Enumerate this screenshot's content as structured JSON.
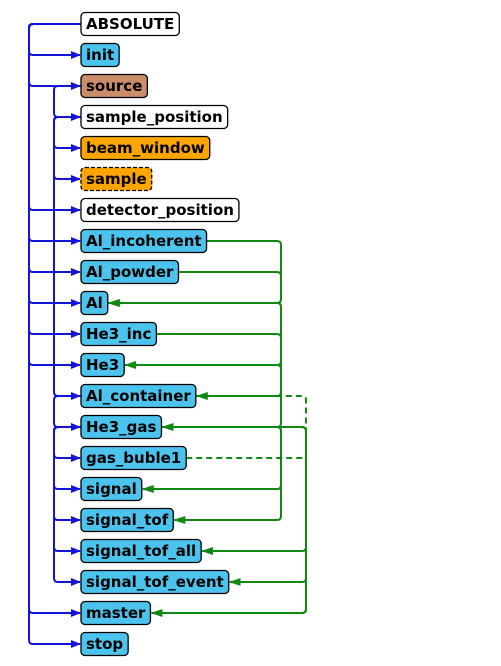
{
  "colors": {
    "component": "#4cc3ec",
    "arm": "#ffffff",
    "source": "#c98d69",
    "sample": "#ffa500",
    "blue_connector": "#1414d9",
    "green_connector": "#118811"
  },
  "nodes": [
    {
      "id": "n0",
      "label": "ABSOLUTE",
      "style": "arm"
    },
    {
      "id": "n1",
      "label": "init",
      "style": "component"
    },
    {
      "id": "n2",
      "label": "source",
      "style": "source"
    },
    {
      "id": "n3",
      "label": "sample_position",
      "style": "arm"
    },
    {
      "id": "n4",
      "label": "beam_window",
      "style": "sample"
    },
    {
      "id": "n5",
      "label": "sample",
      "style": "sample-dashed"
    },
    {
      "id": "n6",
      "label": "detector_position",
      "style": "arm"
    },
    {
      "id": "n7",
      "label": "Al_incoherent",
      "style": "component"
    },
    {
      "id": "n8",
      "label": "Al_powder",
      "style": "component"
    },
    {
      "id": "n9",
      "label": "Al",
      "style": "component"
    },
    {
      "id": "n10",
      "label": "He3_inc",
      "style": "component"
    },
    {
      "id": "n11",
      "label": "He3",
      "style": "component"
    },
    {
      "id": "n12",
      "label": "Al_container",
      "style": "component"
    },
    {
      "id": "n13",
      "label": "He3_gas",
      "style": "component"
    },
    {
      "id": "n14",
      "label": "gas_buble1",
      "style": "component"
    },
    {
      "id": "n15",
      "label": "signal",
      "style": "component"
    },
    {
      "id": "n16",
      "label": "signal_tof",
      "style": "component"
    },
    {
      "id": "n17",
      "label": "signal_tof_all",
      "style": "component"
    },
    {
      "id": "n18",
      "label": "signal_tof_event",
      "style": "component"
    },
    {
      "id": "n19",
      "label": "master",
      "style": "component"
    },
    {
      "id": "n20",
      "label": "stop",
      "style": "component"
    }
  ],
  "relative_links": [
    {
      "from": "n0",
      "to": "n1"
    },
    {
      "from": "n0",
      "to": "n2"
    },
    {
      "from": "n2",
      "to": "n3"
    },
    {
      "from": "n3",
      "to": "n4"
    },
    {
      "from": "n3",
      "to": "n5"
    },
    {
      "from": "n0",
      "to": "n6"
    },
    {
      "from": "n0",
      "to": "n7"
    },
    {
      "from": "n0",
      "to": "n8"
    },
    {
      "from": "n0",
      "to": "n9"
    },
    {
      "from": "n0",
      "to": "n10"
    },
    {
      "from": "n0",
      "to": "n11"
    },
    {
      "from": "n3",
      "to": "n12"
    },
    {
      "from": "n12",
      "to": "n13"
    },
    {
      "from": "n13",
      "to": "n14"
    },
    {
      "from": "n13",
      "to": "n15"
    },
    {
      "from": "n13",
      "to": "n16"
    },
    {
      "from": "n13",
      "to": "n17"
    },
    {
      "from": "n13",
      "to": "n18"
    },
    {
      "from": "n0",
      "to": "n19"
    },
    {
      "from": "n0",
      "to": "n20"
    }
  ],
  "target_links": [
    {
      "from": "n7",
      "to": "n9"
    },
    {
      "from": "n8",
      "to": "n9"
    },
    {
      "from": "n9",
      "to": "n12"
    },
    {
      "from": "n10",
      "to": "n11"
    },
    {
      "from": "n11",
      "to": "n13"
    },
    {
      "from": "n12",
      "to": "n19",
      "dashed": true
    },
    {
      "from": "n13",
      "to": "n15"
    },
    {
      "from": "n13",
      "to": "n16"
    },
    {
      "from": "n13",
      "to": "n17"
    },
    {
      "from": "n13",
      "to": "n18"
    },
    {
      "from": "n13",
      "to": "n19"
    },
    {
      "from": "n14",
      "to": "n19",
      "dashed": true
    }
  ]
}
